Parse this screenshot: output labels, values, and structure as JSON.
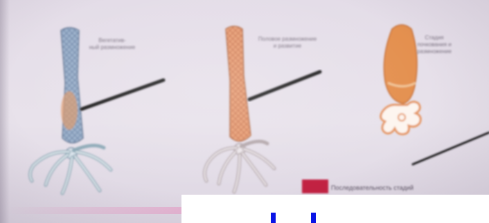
{
  "labels": {
    "hydra_a": "Вегетатив-\nный размножение",
    "hydra_b": "Половое размножение\nи развитие",
    "hydra_c": "Стадия\nпочкования и\nразмножение"
  },
  "legend": {
    "text": "Последовательность стадий"
  },
  "colors": {
    "background": "#e6e0ea",
    "orange_body": "#e8955a",
    "blue_body": "#8fa7c4",
    "legend_swatch": "#c22442",
    "blue_ticks": "#0a14e6"
  },
  "icons": [
    "hydra-drawing",
    "pointer-stick",
    "red-swatch"
  ]
}
